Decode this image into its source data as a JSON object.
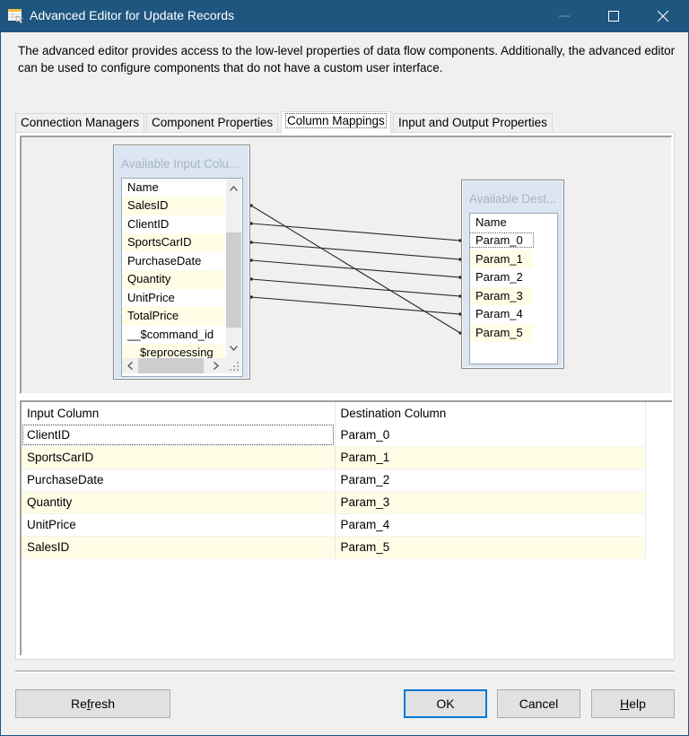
{
  "window": {
    "title": "Advanced Editor for Update Records",
    "controls": {
      "minimize": "—",
      "maximize": "☐",
      "close": "✕"
    }
  },
  "description": "The advanced editor provides access to the low-level properties of data flow components. Additionally, the advanced editor can be used to configure components that do not have a custom user interface.",
  "tabs": [
    {
      "label": "Connection Managers",
      "active": false
    },
    {
      "label": "Component Properties",
      "active": false
    },
    {
      "label": "Column Mappings",
      "active": true
    },
    {
      "label": "Input and Output Properties",
      "active": false
    }
  ],
  "mapping_diagram": {
    "input_box": {
      "title": "Available Input Colu...",
      "header": "Name",
      "items": [
        "SalesID",
        "ClientID",
        "SportsCarID",
        "PurchaseDate",
        "Quantity",
        "UnitPrice",
        "TotalPrice",
        "__$command_id",
        "$reprocessing"
      ]
    },
    "destination_box": {
      "title": "Available Dest...",
      "header": "Name",
      "items": [
        "Param_0",
        "Param_1",
        "Param_2",
        "Param_3",
        "Param_4",
        "Param_5"
      ],
      "selected": "Param_0"
    },
    "links": [
      {
        "from": "SalesID",
        "to": "Param_5"
      },
      {
        "from": "ClientID",
        "to": "Param_0"
      },
      {
        "from": "SportsCarID",
        "to": "Param_1"
      },
      {
        "from": "PurchaseDate",
        "to": "Param_2"
      },
      {
        "from": "Quantity",
        "to": "Param_3"
      },
      {
        "from": "UnitPrice",
        "to": "Param_4"
      }
    ],
    "scroll_icons": {
      "up": "^",
      "down": "v",
      "left": "<",
      "right": ">"
    }
  },
  "mapping_grid": {
    "columns": [
      "Input Column",
      "Destination Column"
    ],
    "rows": [
      {
        "input": "ClientID",
        "destination": "Param_0"
      },
      {
        "input": "SportsCarID",
        "destination": "Param_1"
      },
      {
        "input": "PurchaseDate",
        "destination": "Param_2"
      },
      {
        "input": "Quantity",
        "destination": "Param_3"
      },
      {
        "input": "UnitPrice",
        "destination": "Param_4"
      },
      {
        "input": "SalesID",
        "destination": "Param_5"
      }
    ]
  },
  "buttons": {
    "refresh": {
      "pre": "Re",
      "accel": "f",
      "post": "resh"
    },
    "ok": "OK",
    "cancel": "Cancel",
    "help": {
      "accel": "H",
      "post": "elp"
    }
  },
  "colors": {
    "titlebar": "#1f5680",
    "alt_row": "#fffde6",
    "default_button_border": "#0078d7"
  }
}
